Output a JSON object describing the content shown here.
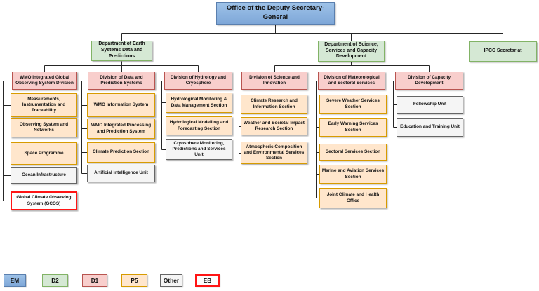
{
  "root": {
    "label": "Office of the Deputy Secretary-General",
    "grade": "EM"
  },
  "departments": {
    "earth": {
      "label": "Department of Earth Systems Data and Predictions",
      "grade": "D2"
    },
    "science": {
      "label": "Department of Science, Services and Capacity Development",
      "grade": "D2"
    },
    "ipcc": {
      "label": "IPCC Secretariat",
      "grade": "D2"
    }
  },
  "divisions": [
    {
      "label": "WMO Integrated Global Observing System Division",
      "grade": "D1",
      "children": [
        {
          "label": "Measurements, Instrumentation and Traceability",
          "grade": "P5"
        },
        {
          "label": "Observing System and Networks",
          "grade": "P5"
        },
        {
          "label": "Space Programme",
          "grade": "P5"
        },
        {
          "label": "Ocean Infrastructure",
          "grade": "Other"
        },
        {
          "label": "Global Climate Observing System (GCOS)",
          "grade": "EB"
        }
      ]
    },
    {
      "label": "Division of Data and Prediction Systems",
      "grade": "D1",
      "children": [
        {
          "label": "WMO Information System",
          "grade": "P5"
        },
        {
          "label": "WMO Integrated Processing and Prediction System",
          "grade": "P5"
        },
        {
          "label": "Climate Prediction Section",
          "grade": "P5"
        },
        {
          "label": "Artificial Intelligence Unit",
          "grade": "Other"
        }
      ]
    },
    {
      "label": "Division of Hydrology and Cryosphere",
      "grade": "D1",
      "children": [
        {
          "label": "Hydrological Monitoring & Data Management Section",
          "grade": "P5"
        },
        {
          "label": "Hydrological Modelling and Forecasting Section",
          "grade": "P5"
        },
        {
          "label": "Cryosphere Monitoring, Predictions and Services Unit",
          "grade": "Other"
        }
      ]
    },
    {
      "label": "Division of Science and Innovation",
      "grade": "D1",
      "children": [
        {
          "label": "Climate Research and Information Section",
          "grade": "P5"
        },
        {
          "label": "Weather and Societal Impact Research Section",
          "grade": "P5"
        },
        {
          "label": "Atmospheric Composition and Environmental Services Section",
          "grade": "P5"
        }
      ]
    },
    {
      "label": "Division of Meteorological and Sectoral Services",
      "grade": "D1",
      "children": [
        {
          "label": "Severe Weather Services Section",
          "grade": "P5"
        },
        {
          "label": "Early Warning Services Section",
          "grade": "P5"
        },
        {
          "label": "Sectoral Services Section",
          "grade": "P5"
        },
        {
          "label": "Marine and Aviation Services Section",
          "grade": "P5"
        },
        {
          "label": "Joint Climate and Health Office",
          "grade": "P5"
        }
      ]
    },
    {
      "label": "Division of Capacity Development",
      "grade": "D1",
      "children": [
        {
          "label": "Fellowship Unit",
          "grade": "Other"
        },
        {
          "label": "Education and Training Unit",
          "grade": "Other"
        }
      ]
    }
  ],
  "legend": {
    "items": [
      {
        "label": "EM"
      },
      {
        "label": "D2"
      },
      {
        "label": "D1"
      },
      {
        "label": "P5"
      },
      {
        "label": "Other"
      },
      {
        "label": "EB"
      }
    ]
  },
  "colors": {
    "em_fill": "#8db3e2",
    "em_border": "#5a7fae",
    "d2_fill": "#d5e8d4",
    "d2_border": "#82b366",
    "d1_fill": "#f8cecc",
    "d1_border": "#b85450",
    "p5_fill": "#ffe6cc",
    "p5_border": "#d79b00",
    "other_fill": "#f5f5f5",
    "other_border": "#666666",
    "eb_fill": "#ffffff",
    "eb_border": "#ff1414",
    "connector": "#262626"
  }
}
